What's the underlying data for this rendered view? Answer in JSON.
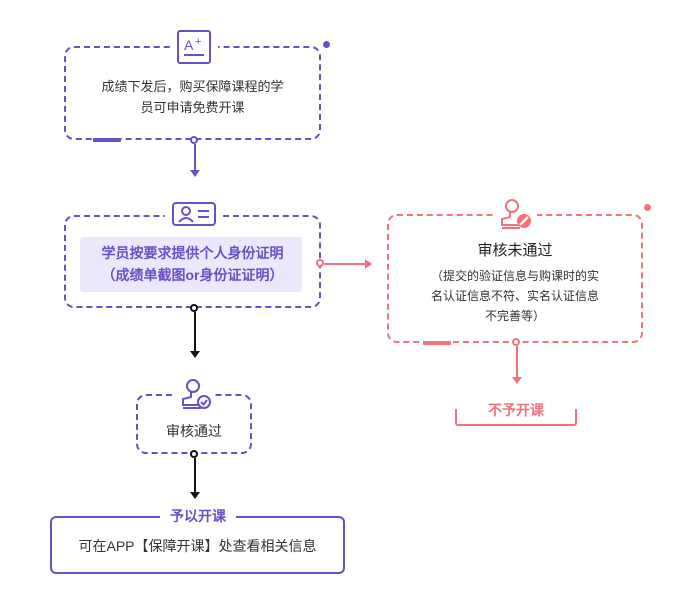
{
  "colors": {
    "purple": "#6a4fc6",
    "purple_light": "#ece8fb",
    "red": "#f2727c",
    "black": "#111111",
    "text": "#333333"
  },
  "icons": {
    "grade_card": "grade-card-icon",
    "id_card": "id-card-icon",
    "approved_stamp": "stamp-check-icon",
    "rejected_stamp": "stamp-forbidden-icon"
  },
  "diagram": {
    "box1": {
      "line1": "成绩下发后，购买保障课程的学",
      "line2": "员可申请免费开课"
    },
    "box2": {
      "line1": "学员按要求提供个人身份证明",
      "line2": "（成绩单截图or身份证证明）"
    },
    "box3": {
      "label": "审核通过"
    },
    "box4": {
      "title": "审核未通过",
      "line1": "（提交的验证信息与购课时的实",
      "line2": "名认证信息不符、实名认证信息",
      "line3": "不完善等）"
    },
    "reject_tag": "不予开课",
    "final": {
      "tag": "予以开课",
      "text": "可在APP【保障开课】处查看相关信息"
    }
  }
}
